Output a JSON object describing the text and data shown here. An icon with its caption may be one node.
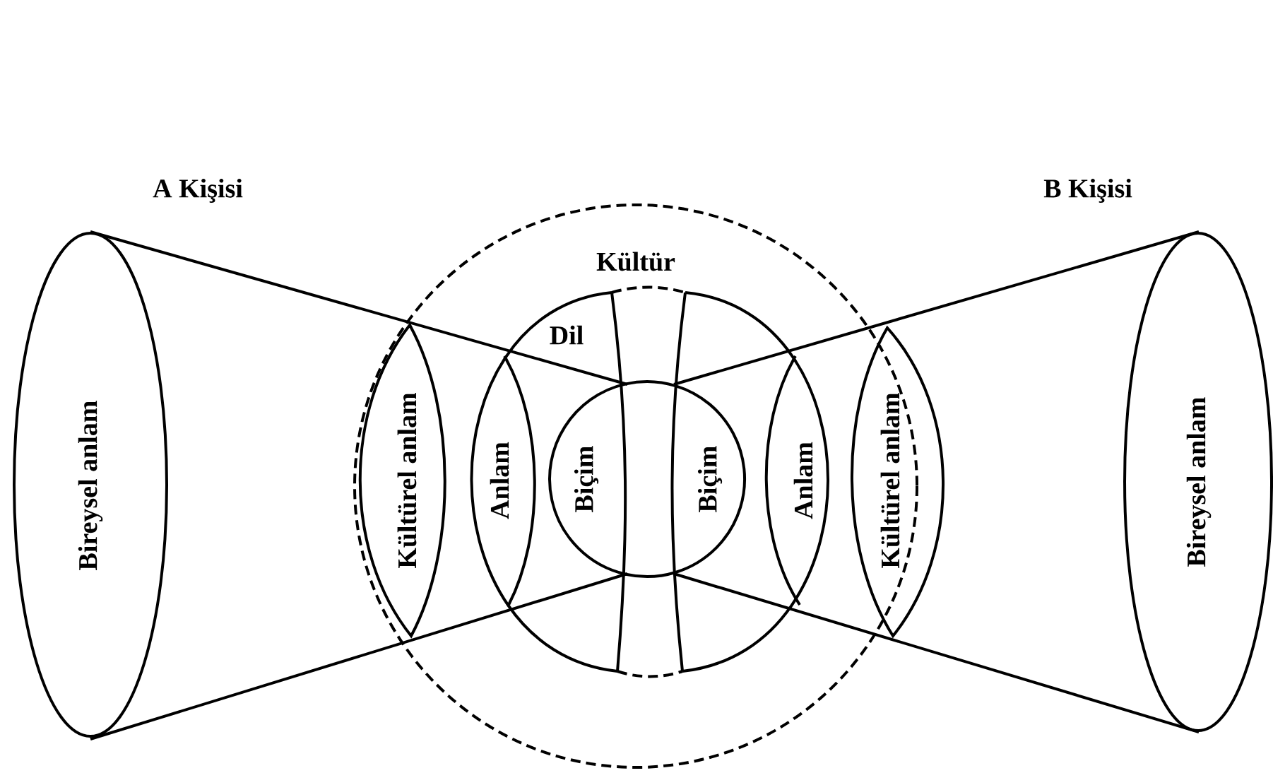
{
  "diagram": {
    "nodes": [
      {
        "text": [
          "Kültür"
        ]
      },
      {
        "text": [
          "Bireysel anlam"
        ],
        "beside": [
          "A Kişisi"
        ]
      },
      {
        "text": [
          "Bireysel anlam"
        ],
        "beside": [
          "B Kişisi"
        ]
      },
      {
        "text": [
          "Kültürel anlam"
        ],
        "in": 0
      },
      {
        "text": [
          "Anlam"
        ],
        "in": 5
      },
      {
        "text": [
          "Dil"
        ],
        "in": 0
      },
      {
        "text": [
          "Biçim"
        ],
        "in": 5
      },
      {
        "text": [
          "Biçim"
        ],
        "in": 5
      },
      {
        "text": [
          "Anlam"
        ],
        "in": 5
      },
      {
        "text": [
          "Kültürel anlam"
        ]
      }
    ],
    "edges": [
      {
        "from": 1,
        "to": 6,
        "arrow": "none"
      },
      {
        "from": 1,
        "to": 6,
        "arrow": "none"
      },
      {
        "from": 2,
        "to": 7,
        "arrow": "none"
      },
      {
        "from": 2,
        "to": 7,
        "arrow": "none"
      }
    ]
  }
}
